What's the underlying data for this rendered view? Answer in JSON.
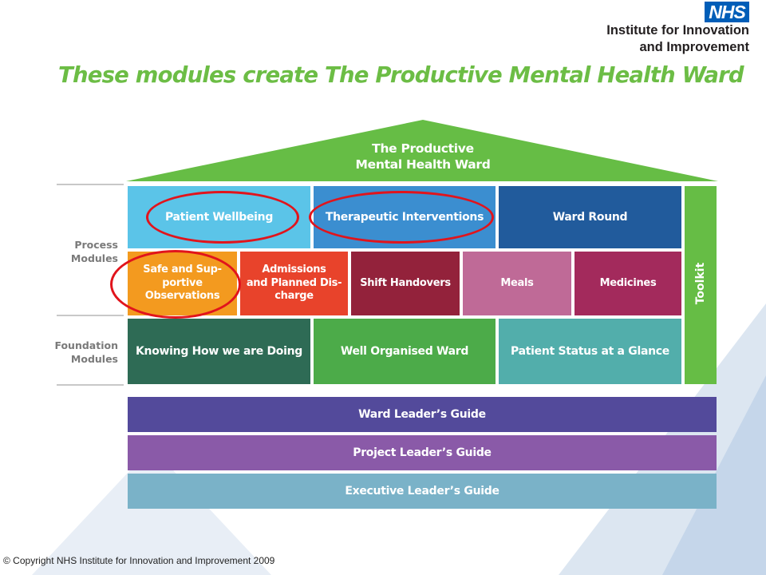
{
  "header": {
    "logo_text": "NHS",
    "org_line1": "Institute for Innovation",
    "org_line2": "and Improvement"
  },
  "headline": "These modules create The Productive Mental Health Ward",
  "diagram": {
    "roof_title": "The Productive\nMental Health Ward",
    "process_label": "Process\nModules",
    "foundation_label": "Foundation\nModules",
    "toolkit": "Toolkit",
    "process_row1": [
      {
        "label": "Patient Wellbeing",
        "color": "#5bc4e8"
      },
      {
        "label": "Therapeutic Interventions",
        "color": "#3b8ed0"
      },
      {
        "label": "Ward Round",
        "color": "#215b9c"
      }
    ],
    "process_row2": [
      {
        "label": "Safe and Sup-\nportive\nObservations",
        "color": "#f39a1f"
      },
      {
        "label": "Admissions\nand Planned Dis-\ncharge",
        "color": "#e8432b"
      },
      {
        "label": "Shift Handovers",
        "color": "#93223b"
      },
      {
        "label": "Meals",
        "color": "#bf6a97"
      },
      {
        "label": "Medicines",
        "color": "#a32a5c"
      }
    ],
    "foundation_row": [
      {
        "label": "Knowing How we are Doing",
        "color": "#2e6b55"
      },
      {
        "label": "Well Organised Ward",
        "color": "#4cab49"
      },
      {
        "label": "Patient Status at a Glance",
        "color": "#52aeab"
      }
    ],
    "guides": [
      {
        "label": "Ward Leader’s Guide",
        "color": "#534a9b"
      },
      {
        "label": "Project Leader’s Guide",
        "color": "#8a5aa8"
      },
      {
        "label": "Executive Leader’s Guide",
        "color": "#7ab2c8"
      }
    ],
    "roof_color": "#66bd45",
    "toolkit_color": "#66bd45",
    "highlight_color": "#e1141c"
  },
  "copyright": "© Copyright NHS Institute for Innovation and Improvement 2009"
}
